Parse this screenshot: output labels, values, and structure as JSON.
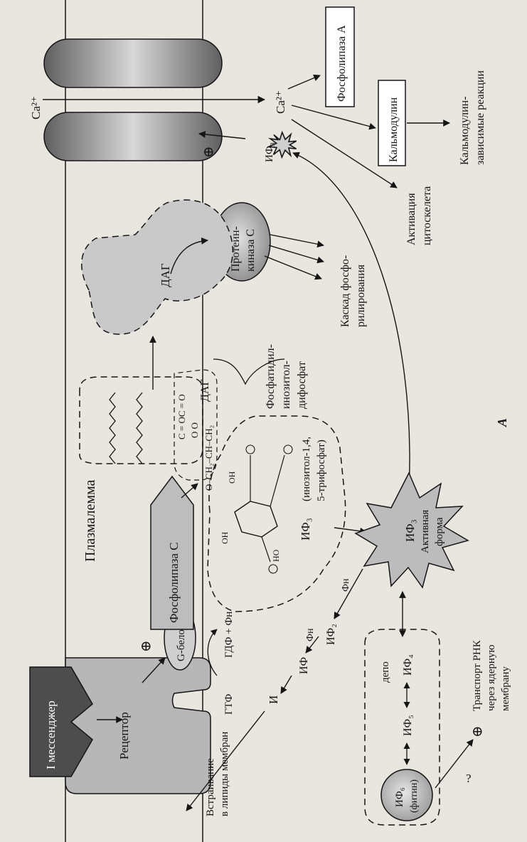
{
  "labels": {
    "membrane": "Плазмалемма",
    "messenger": "I мессенджер",
    "receptor": "Рецептор",
    "g_protein": "G-белок",
    "gtp": "ГТФ",
    "gdp_pi": "ГДФ + Фн",
    "phospholipase_c": "Фосфолипаза C",
    "dag_top": "ДАГ",
    "dag_side": "ДАГ",
    "glycerol_line1": "C = OC = O",
    "glycerol_line2": "O     O",
    "glycerol_line3": "O–CH₂–CH–CH₂",
    "pip_line1": "Фосфатидил-",
    "pip_line2": "инозитол-",
    "pip_line3": "дифосфат",
    "ip3_line1": "(инозитол-1,4,",
    "ip3_line2": "5-трифосфат)",
    "ip3_label": "ИФ₃",
    "protein_kinase_line1": "Протеин-",
    "protein_kinase_line2": "киназа С",
    "cascade_line1": "Каскад фосфо-",
    "cascade_line2": "рилирования",
    "ip3_star_top": "ИФ₃",
    "ip3_star_main": "ИФ₃",
    "active_line1": "Активная",
    "active_line2": "форма",
    "ca_in": "Ca²⁺",
    "ca_out": "Ca²⁺",
    "phospholipase_a": "Фосфолипаза А",
    "calmodulin": "Кальмодулин",
    "cal_reactions_line1": "Кальмодулин-",
    "cal_reactions_line2": "зависимые реакции",
    "cyto_line1": "Активация",
    "cyto_line2": "цитоскелета",
    "ip2": "ИФ₂",
    "ip1": "ИФ",
    "inositol": "И",
    "pi_1": "Фн",
    "pi_2": "Фн",
    "depot": "депо",
    "ip4": "ИФ₄",
    "ip5": "ИФ₅",
    "ip6_line1": "ИФ₆",
    "ip6_line2": "(фитин)",
    "question": "?",
    "rna_line1": "Транспорт РНК",
    "rna_line2": "через ядерную",
    "rna_line3": "мембрану",
    "lipid_line1": "Встраивание",
    "lipid_line2": "в липиды мембран",
    "plus_1": "⊕",
    "plus_2": "⊕",
    "plus_3": "⊕",
    "plus_4": "⊕",
    "phos_oh1": "OH",
    "phos_oh2": "OH",
    "phos_ho": "HO",
    "figure_letter": "А"
  },
  "colors": {
    "paper": "#e9e6df",
    "ink": "#151515",
    "channel_dark": "#5f5f5f",
    "channel_light": "#d8d8d8",
    "receptor_fill": "#b7b7b7",
    "dag_fill": "#c9c9c9",
    "kinase_fill": "#bdbdbd"
  }
}
